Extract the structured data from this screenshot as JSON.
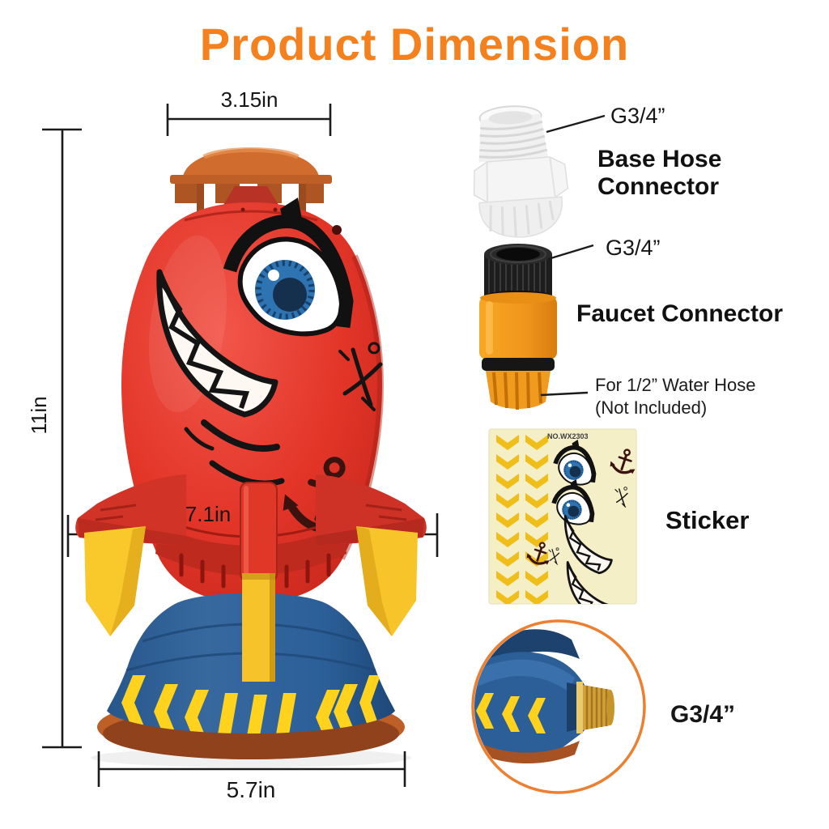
{
  "title": "Product Dimension",
  "dimensions": {
    "top_width": "3.15in",
    "height": "11in",
    "mid_width": "7.1in",
    "base_width": "5.7in"
  },
  "accessories": {
    "base_hose_connector": {
      "size": "G3/4”",
      "name_line1": "Base Hose",
      "name_line2": "Connector"
    },
    "faucet_connector": {
      "size": "G3/4”",
      "name": "Faucet Connector",
      "note_line1": "For 1/2” Water Hose",
      "note_line2": "(Not Included)"
    },
    "sticker": {
      "name": "Sticker",
      "sheet_code": "NO.WX2303"
    },
    "base_thread": {
      "size": "G3/4”"
    }
  },
  "colors": {
    "title_orange": "#F5811E",
    "rocket_red": "#E23528",
    "base_blue": "#2C5F98",
    "accent_yellow": "#FFD21E",
    "cap_orange": "#CE6A2B",
    "faucet_orange": "#F0951C",
    "dimension_line": "#1B1B1B"
  }
}
